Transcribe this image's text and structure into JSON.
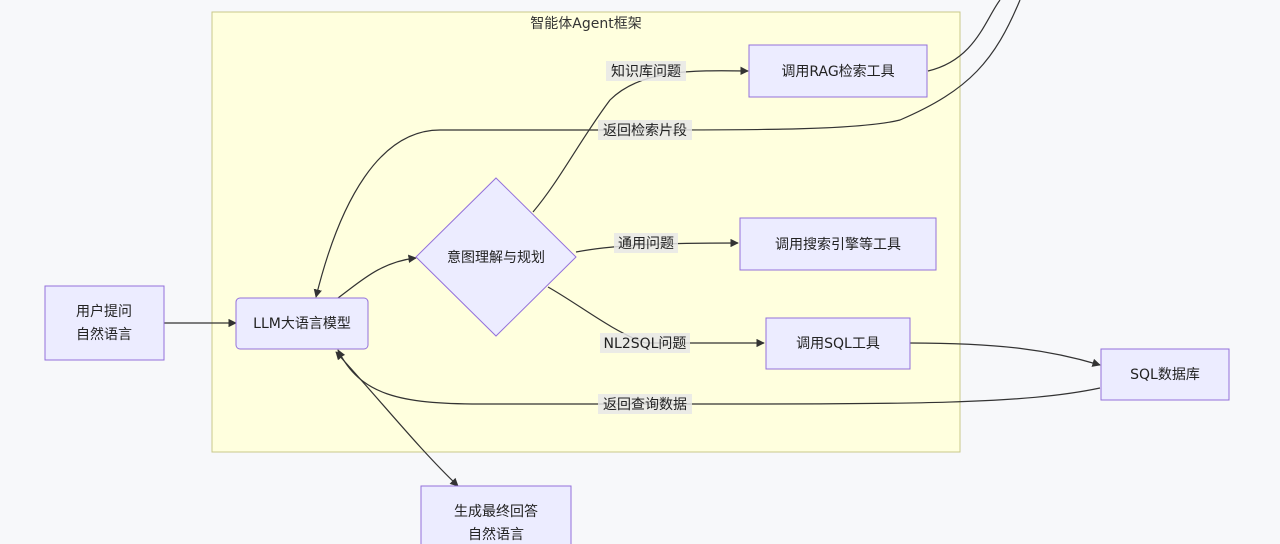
{
  "subgraph": {
    "title": "智能体Agent框架"
  },
  "nodes": {
    "user_input": {
      "line1": "用户提问",
      "line2": "自然语言"
    },
    "llm": {
      "label": "LLM大语言模型"
    },
    "intent": {
      "label": "意图理解与规划"
    },
    "rag_tool": {
      "label": "调用RAG检索工具"
    },
    "search_tool": {
      "label": "调用搜索引擎等工具"
    },
    "sql_tool": {
      "label": "调用SQL工具"
    },
    "sql_db": {
      "label": "SQL数据库"
    },
    "final_answer": {
      "line1": "生成最终回答",
      "line2": "自然语言"
    }
  },
  "edges": {
    "knowledge_question": "知识库问题",
    "return_fragments": "返回检索片段",
    "general_question": "通用问题",
    "nl2sql_question": "NL2SQL问题",
    "return_query_data": "返回查询数据"
  },
  "colors": {
    "subgraph_fill": "#ffffde",
    "node_fill": "#ececff",
    "node_stroke": "#9370db",
    "edge": "#333333"
  }
}
